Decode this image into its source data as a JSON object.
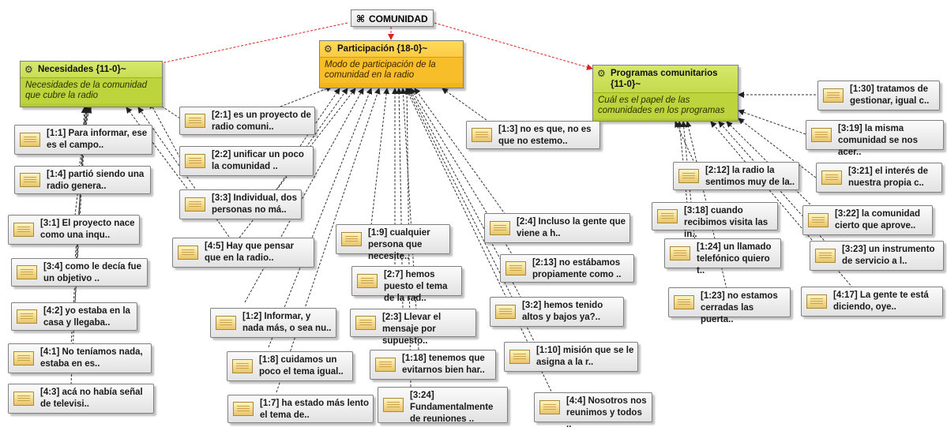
{
  "root": {
    "label": "COMUNIDAD",
    "icon": "code-group-icon"
  },
  "categories": {
    "necesidades": {
      "title": "Necesidades {11-0}~",
      "comment": "Necesidades de la comunidad que cubre la radio"
    },
    "participacion": {
      "title": "Participación {18-0}~",
      "comment": "Modo de participación de la comunidad en la radio"
    },
    "programas": {
      "title": "Programas comunitarios {11-0}~",
      "comment": "Cuál es el papel de las comunidades en los programas"
    }
  },
  "quotes": {
    "q1_1": "[1:1] Para informar, ese es el campo..",
    "q1_4": "[1:4] partió siendo una radio genera..",
    "q3_1": "[3:1] El proyecto nace como una inqu..",
    "q3_4": "[3:4] como le decía fue un objetivo ..",
    "q4_2": "[4:2] yo estaba en la casa y llegaba..",
    "q4_1": "[4:1] No teníamos nada, estaba en es..",
    "q4_3": "[4:3] acá no había señal de televisi..",
    "q2_1": "[2:1] es un proyecto de radio comuni..",
    "q2_2": "[2:2] unificar un poco la comunidad ..",
    "q3_3": "[3:3] Individual, dos personas no má..",
    "q4_5": "[4:5] Hay que pensar que en la radio..",
    "q1_3": "[1:3] no es que, no es que no estemo..",
    "q1_2": "[1:2] Informar, y nada más, o sea nu..",
    "q1_8": "[1:8] cuidamos un poco el tema igual..",
    "q1_7": "[1:7] ha estado más lento el tema de..",
    "q1_9": "[1:9] cualquier persona que necesite..",
    "q2_7": "[2:7] hemos puesto el tema de la rad..",
    "q2_3": "[2:3] Llevar el mensaje por supuesto..",
    "q1_18": "[1:18] tenemos que evitarnos bien har..",
    "q3_24": "[3:24] Fundamentalmente de reuniones ..",
    "q2_4": "[2:4] Incluso la gente que viene a h..",
    "q2_13": "[2:13] no estábamos propiamente como ..",
    "q3_2": "[3:2] hemos tenido altos y bajos ya?..",
    "q1_10": "[1:10] misión que se le asigna a la r..",
    "q4_4": "[4:4] Nosotros nos reunimos y todos ..",
    "q1_30": "[1:30] tratamos de gestionar, igual c..",
    "q3_19": "[3:19] la misma comunidad se nos acer..",
    "q3_21": "[3:21] el interés de nuestra propia c..",
    "q2_12": "[2:12] la radio la sentimos muy de la..",
    "q3_18": "[3:18] cuando recibimos visita las in..",
    "q3_22": "[3:22] la comunidad cierto que aprove..",
    "q1_24": "[1:24] un llamado telefónico quiero t..",
    "q3_23": "[3:23] un instrumento de servicio a l..",
    "q1_23": "[1:23] no estamos cerradas las puerta..",
    "q4_17": "[4:17] La gente te está diciendo, oye.."
  },
  "colors": {
    "green": "#c4da3c",
    "orange": "#f8c22c",
    "red_link": "#e02020",
    "dashed_link": "#333333"
  }
}
